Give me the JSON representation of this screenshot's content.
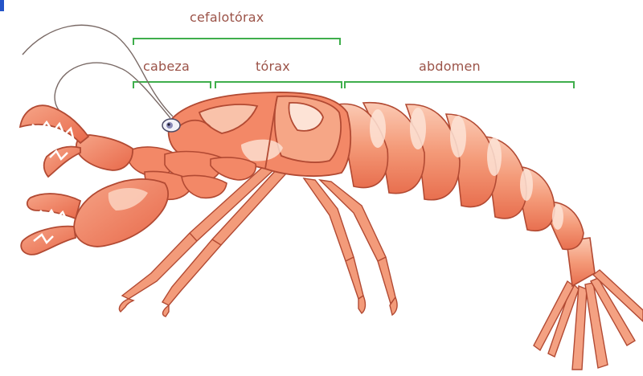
{
  "diagram": {
    "labels": {
      "cefalotorax": "cefalotórax",
      "cabeza": "cabeza",
      "torax": "tórax",
      "abdomen": "abdomen"
    }
  },
  "colors": {
    "body": "#f07e5e",
    "body_light": "#f8b99f",
    "body_highlight": "#fde3d6",
    "outline": "#b24a33",
    "bracket": "#3fae4c",
    "label_text": "#9b5348"
  }
}
